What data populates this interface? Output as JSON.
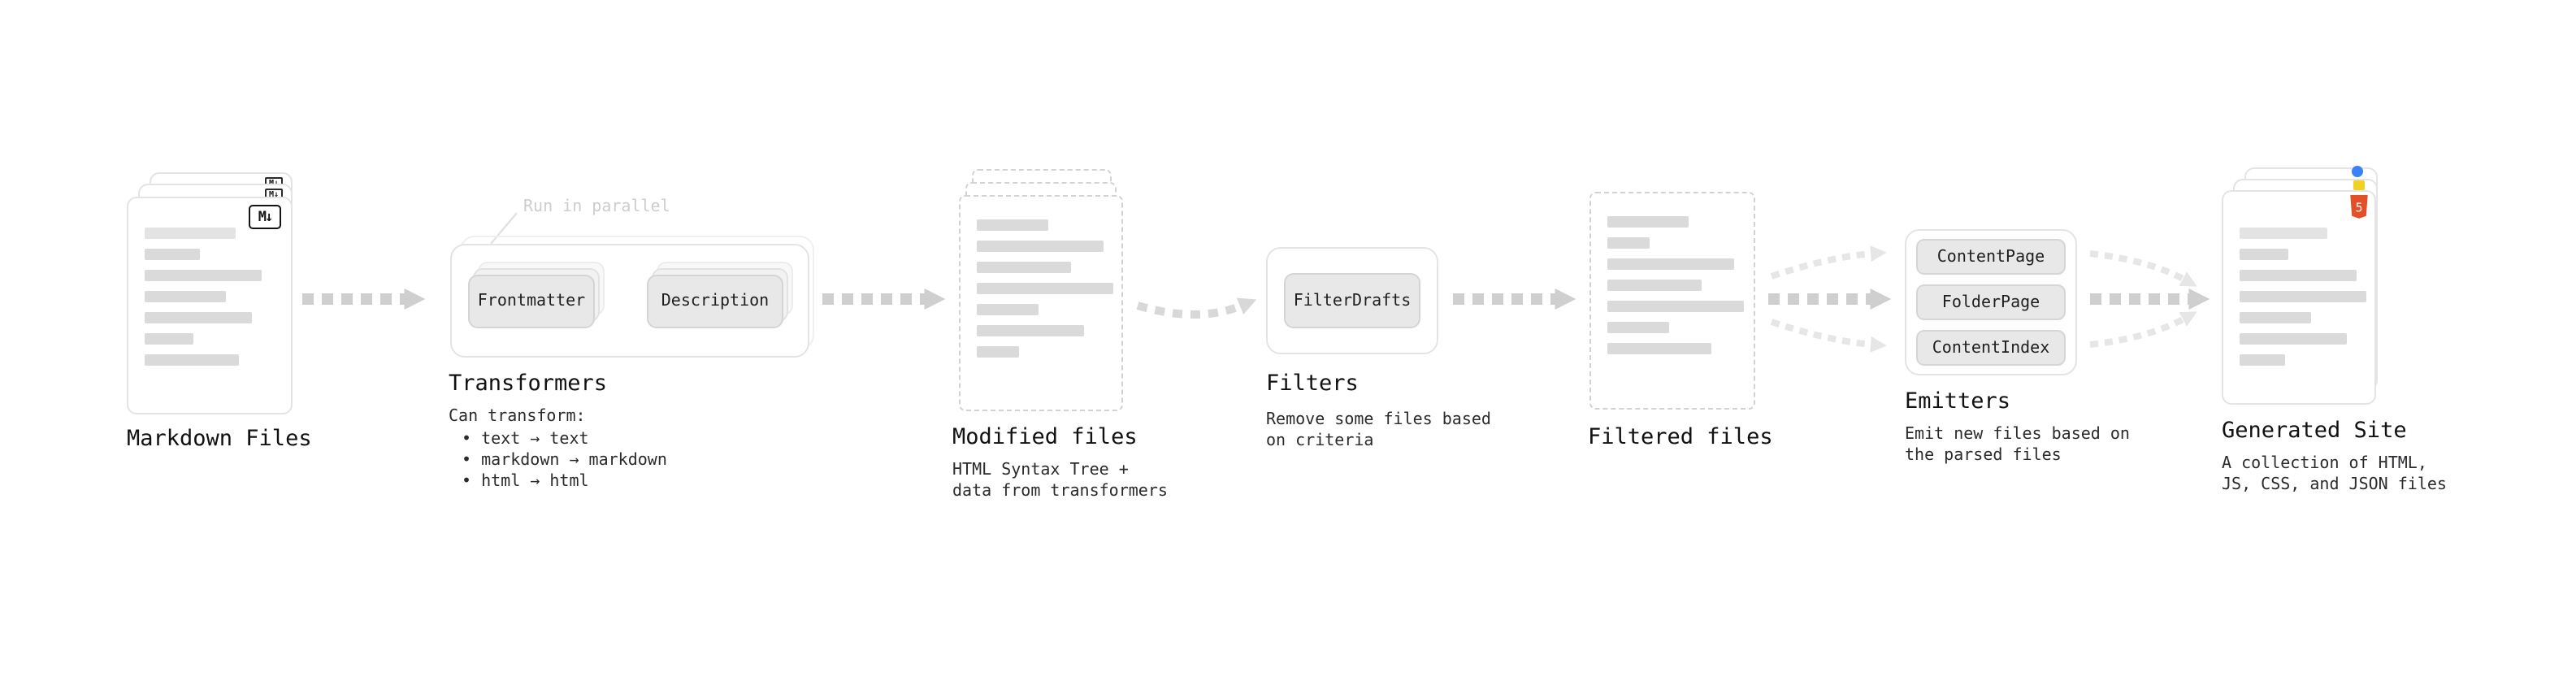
{
  "diagram": {
    "markdown_files": {
      "title": "Markdown Files",
      "badge": "M↓"
    },
    "transformers": {
      "annotation": "Run in parallel",
      "node1": "Frontmatter",
      "node2": "Description",
      "title": "Transformers",
      "desc_heading": "Can transform:",
      "bullets": [
        "• text → text",
        "• markdown → markdown",
        "• html → html"
      ]
    },
    "modified_files": {
      "title": "Modified files",
      "desc": [
        "HTML Syntax Tree +",
        "data from transformers"
      ]
    },
    "filters": {
      "title": "Filters",
      "node": "FilterDrafts",
      "desc": [
        "Remove some files based",
        "on criteria"
      ]
    },
    "filtered_files": {
      "title": "Filtered files"
    },
    "emitters": {
      "title": "Emitters",
      "nodes": [
        "ContentPage",
        "FolderPage",
        "ContentIndex"
      ],
      "desc": [
        "Emit new files based on",
        "the parsed files"
      ]
    },
    "generated_site": {
      "title": "Generated Site",
      "badge": "5",
      "desc": [
        "A collection of HTML,",
        "JS, CSS, and JSON files"
      ]
    },
    "colors": {
      "arrow": "#cfcfcf",
      "arrow_faint": "#e6e6e6",
      "bar": "#dadada",
      "html5_orange": "#e34f26",
      "js_yellow": "#f2d024",
      "css_blue": "#3b82f6"
    }
  }
}
